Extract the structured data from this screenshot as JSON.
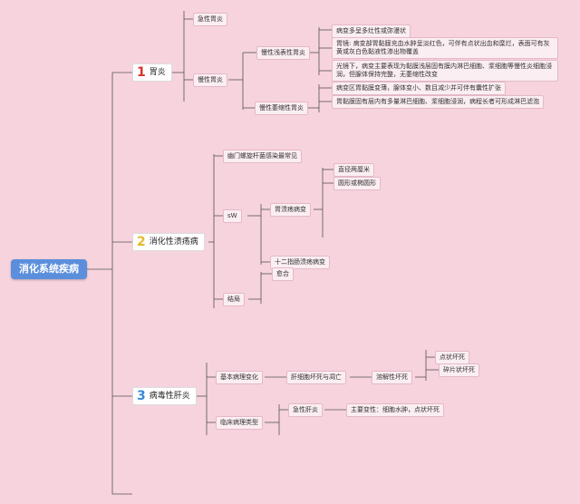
{
  "root": "消化系统疾病",
  "colors": {
    "root_bg": "#5b8fdc",
    "num1": "#d8342c",
    "num2": "#e6b82a",
    "num3": "#3a88d6",
    "background": "#f6d3dd"
  },
  "branches": [
    {
      "num": "1",
      "label": "胃炎",
      "children": [
        {
          "label": "急性胃炎"
        },
        {
          "label": "慢性胃炎",
          "children": [
            {
              "label": "慢性浅表性胃炎",
              "children": [
                "病变多呈多灶性或弥漫状",
                "胃镜: 病变部胃黏膜充血水肿呈淡红色，可伴有点状出血和糜烂，表面可有灰黄或灰白色黏液性渗出物覆盖",
                "光镜下，病变主要表现为黏膜浅层固有膜内淋巴细胞、浆细胞等慢性炎细胞浸润，但腺体保持完整，无萎缩性改变"
              ]
            },
            {
              "label": "慢性萎缩性胃炎",
              "children": [
                "病变区胃黏膜变薄，腺体变小、数目减少并可伴有囊性扩张",
                "胃黏膜固有层内有多量淋巴细胞、浆细胞浸润，病程长者可形成淋巴滤泡"
              ]
            }
          ]
        }
      ]
    },
    {
      "num": "2",
      "label": "消化性溃疡病",
      "children": [
        {
          "label": "幽门螺旋杆菌感染最常见"
        },
        {
          "label": "sW",
          "children": [
            {
              "label": "胃溃疡病变",
              "children": [
                "直径两厘米",
                "圆形或椭圆形"
              ]
            },
            {
              "label": "十二指肠溃疡病变"
            }
          ]
        },
        {
          "label": "结局",
          "children": [
            "愈合"
          ]
        }
      ]
    },
    {
      "num": "3",
      "label": "病毒性肝炎",
      "children": [
        {
          "label": "基本病理变化",
          "children": [
            {
              "label": "肝细胞坏死与凋亡",
              "children": [
                {
                  "label": "溶解性坏死",
                  "children": [
                    "点状坏死",
                    "碎片状坏死"
                  ]
                }
              ]
            }
          ]
        },
        {
          "label": "临床病理类型",
          "children": [
            {
              "label": "急性肝炎",
              "children": [
                "主要变性：细胞水肿，点状坏死"
              ]
            }
          ]
        }
      ]
    }
  ]
}
